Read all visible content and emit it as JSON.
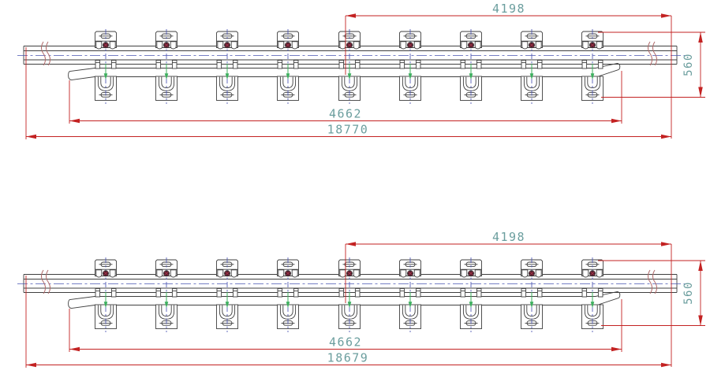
{
  "drawing": {
    "description": "CAD plan views of two guard-rail / check-rail assemblies with clamp fastenings and dimension lines",
    "background": "#ffffff",
    "colors": {
      "outline": "#3f3f3f",
      "dimension_red": "#c32222",
      "dim_text_teal": "#6b9e9e",
      "centerline_blue": "#4a55b2",
      "arrow_green": "#3cb05e",
      "bolt_maroon": "#4f1f2c",
      "bolt_cross_red": "#a23048",
      "break_mark": "#b06a6a"
    },
    "clamp_centers_x": [
      134,
      211,
      288,
      365,
      443,
      520,
      597,
      674,
      751
    ],
    "views": [
      {
        "name": "top-assembly",
        "dims": {
          "span_right": "4198",
          "height": "560",
          "span_inner": "4662",
          "overall": "18770"
        }
      },
      {
        "name": "bottom-assembly",
        "dims": {
          "span_right": "4198",
          "height": "560",
          "span_inner": "4662",
          "overall": "18679"
        }
      }
    ]
  }
}
